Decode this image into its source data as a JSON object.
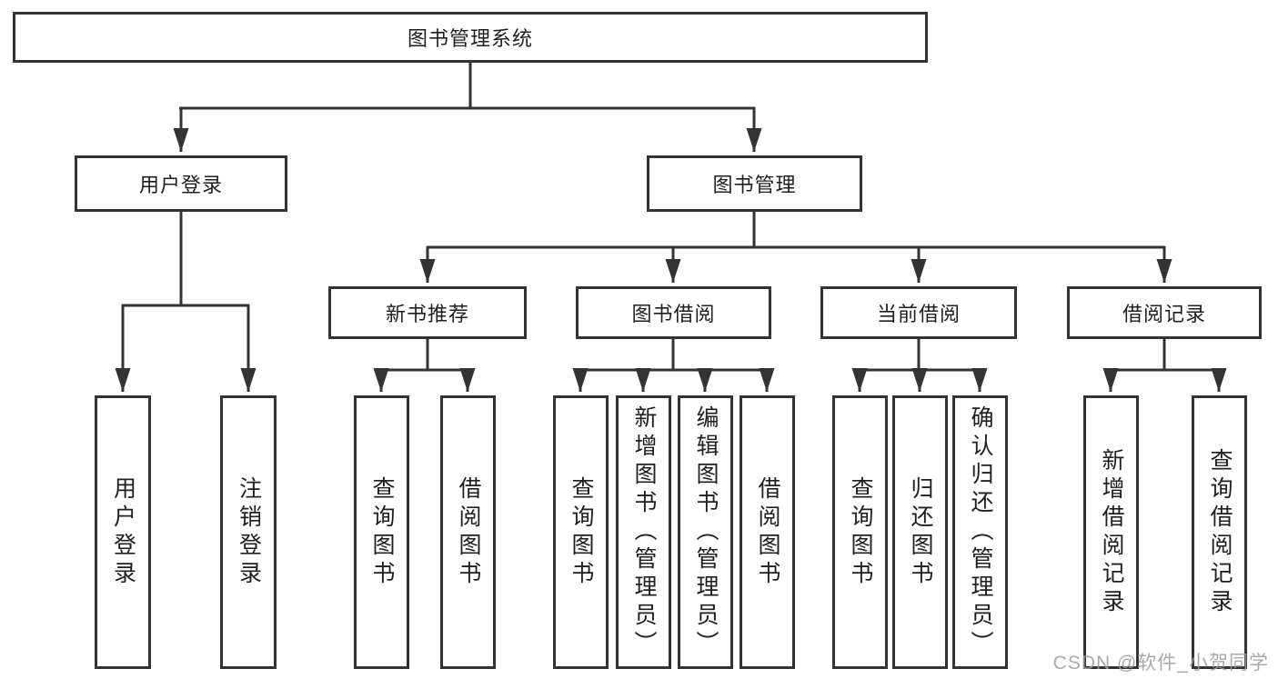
{
  "diagram": {
    "type": "tree-diagram",
    "colors": {
      "line": "#333333",
      "box_border": "#333333",
      "box_fill": "#ffffff",
      "text": "#1f1f1f",
      "background": "#ffffff",
      "watermark": "#9e9e9e"
    },
    "watermark": "CSDN @软件_小贺同学"
  },
  "nodes": {
    "root": "图书管理系统",
    "login_branch": "用户登录",
    "mgmt_branch": "图书管理",
    "login_leaf": "用户登录",
    "logout_leaf": "注销登录",
    "rec_branch": "新书推荐",
    "borrow_branch": "图书借阅",
    "current_branch": "当前借阅",
    "records_branch": "借阅记录",
    "rec_query": "查询图书",
    "rec_borrow": "借阅图书",
    "borrow_query": "查询图书",
    "borrow_add": "新增图书（管理员）",
    "borrow_edit": "编辑图书（管理员）",
    "borrow_take": "借阅图书",
    "current_query": "查询图书",
    "current_return": "归还图书",
    "current_confirm": "确认归还（管理员）",
    "records_add": "新增借阅记录",
    "records_query": "查询借阅记录"
  },
  "hierarchy": {
    "图书管理系统": {
      "用户登录": [
        "用户登录",
        "注销登录"
      ],
      "图书管理": {
        "新书推荐": [
          "查询图书",
          "借阅图书"
        ],
        "图书借阅": [
          "查询图书",
          "新增图书（管理员）",
          "编辑图书（管理员）",
          "借阅图书"
        ],
        "当前借阅": [
          "查询图书",
          "归还图书",
          "确认归还（管理员）"
        ],
        "借阅记录": [
          "新增借阅记录",
          "查询借阅记录"
        ]
      }
    }
  }
}
